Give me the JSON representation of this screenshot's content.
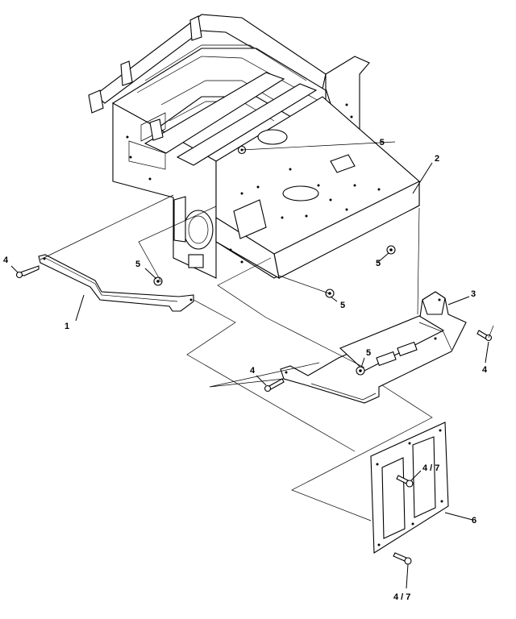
{
  "callouts": {
    "c1": "1",
    "c2": "2",
    "c3": "3",
    "c4a": "4",
    "c4b": "4",
    "c4c": "4",
    "c5a": "- 5",
    "c5b": "5",
    "c5c": "5",
    "c5d": "5",
    "c5e": "5",
    "c6": "6",
    "c47a": "4 / 7",
    "c47b": "4 / 7"
  }
}
